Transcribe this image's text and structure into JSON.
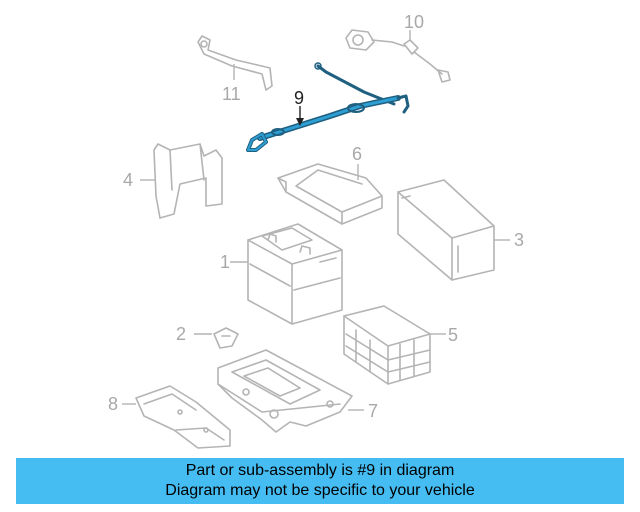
{
  "callouts": {
    "c1": "1",
    "c2": "2",
    "c3": "3",
    "c4": "4",
    "c5": "5",
    "c6": "6",
    "c7": "7",
    "c8": "8",
    "c9": "9",
    "c10": "10",
    "c11": "11"
  },
  "highlight_part": "9",
  "colors": {
    "highlight_cable": "#2e9fd3",
    "part_line": "#b4b4b4",
    "banner_bg": "#45bdf3"
  },
  "banner": {
    "line1": "Part or sub-assembly is #9 in diagram",
    "line2": "Diagram may not be specific to your vehicle"
  }
}
